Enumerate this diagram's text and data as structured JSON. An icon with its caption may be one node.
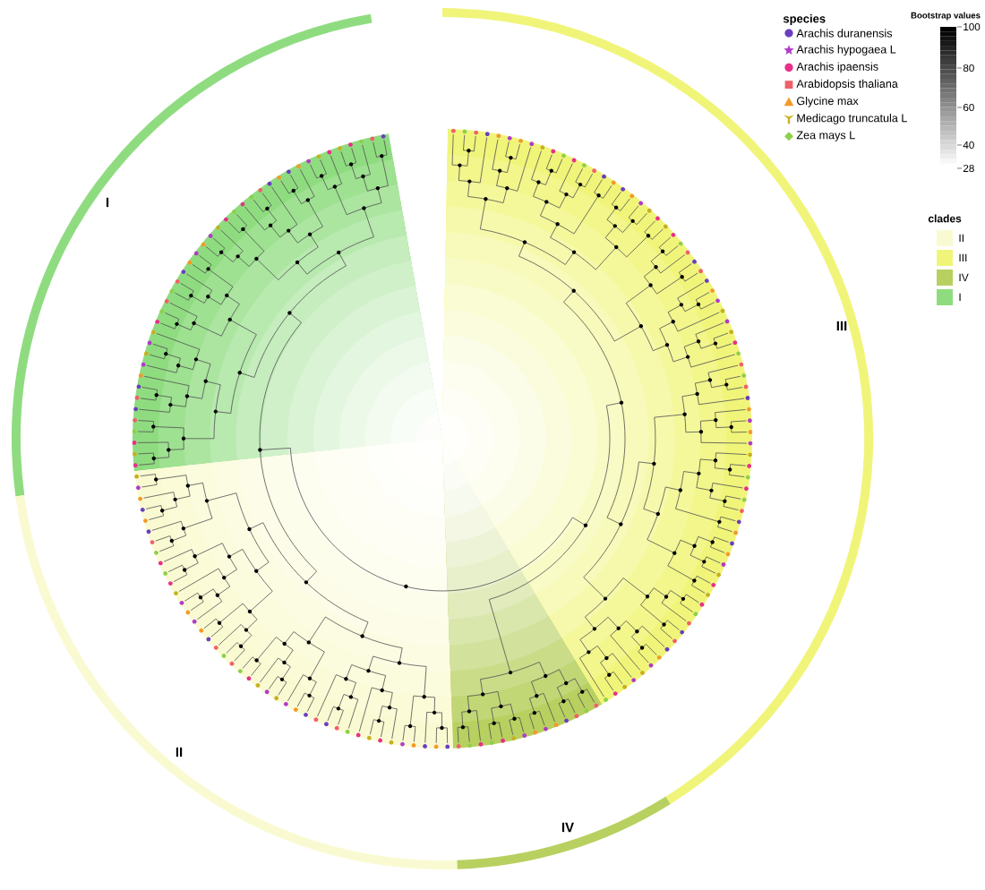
{
  "diagram": {
    "labels": [
      "I",
      "species",
      "Bootstrap values",
      "100",
      "80",
      "60",
      "40",
      "28",
      "clades",
      "III",
      "II",
      "IV"
    ],
    "legend": [
      {
        "text": "Arachis duranensis",
        "color": "#6a3fbf"
      },
      {
        "text": "Arachis hypogaea L",
        "color": "#b03cc8"
      },
      {
        "text": "Arachis ipaensis",
        "color": "#e8308a"
      },
      {
        "text": "Arabidopsis thaliana",
        "color": "#f0606a"
      },
      {
        "text": "Glycine max",
        "color": "#f39a2a"
      },
      {
        "text": "Medicago truncatula L",
        "color": "#c8b020"
      },
      {
        "text": "Zea mays L",
        "color": "#8fd04a"
      },
      {
        "text": "II",
        "color": "#fafad2"
      },
      {
        "text": "III",
        "color": "#f0f57a"
      },
      {
        "text": "IV",
        "color": "#b8d060"
      },
      {
        "text": "I",
        "color": "#8fdc80"
      }
    ]
  }
}
